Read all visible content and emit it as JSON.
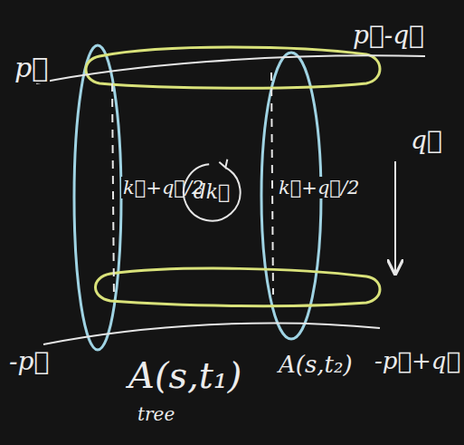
{
  "diagram": {
    "nodes": [
      {
        "text": [
          "dk⃗"
        ]
      }
    ],
    "labels": [
      "p⃗",
      "p⃗-q⃗",
      "q⃗",
      "k⃗+q⃗/2",
      "k⃗+q⃗/2",
      "-p⃗",
      "A(s,t₁)",
      "tree",
      "A(s,t₂)",
      "-p⃗+q⃗"
    ]
  }
}
